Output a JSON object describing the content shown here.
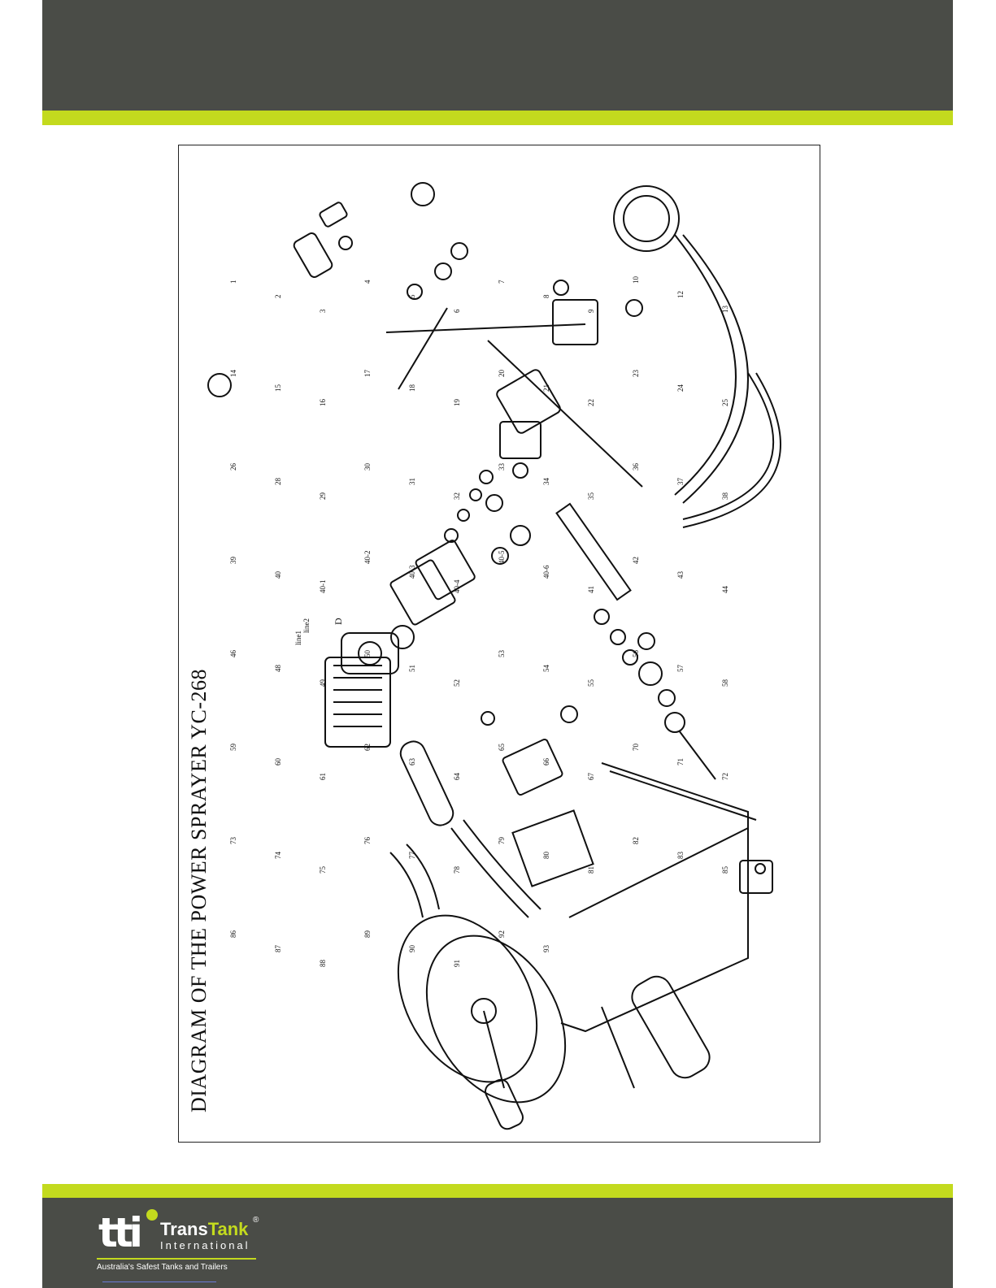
{
  "diagram": {
    "title": "DIAGRAM OF THE POWER SPRAYER   YC-268",
    "engine_labels": [
      "D",
      "line1",
      "line2"
    ],
    "part_numbers": [
      "1",
      "2",
      "3",
      "4",
      "5",
      "6",
      "7",
      "8",
      "9",
      "10",
      "12",
      "13",
      "14",
      "15",
      "16",
      "17",
      "18",
      "19",
      "20",
      "21",
      "22",
      "23",
      "24",
      "25",
      "26",
      "28",
      "29",
      "30",
      "31",
      "32",
      "33",
      "34",
      "35",
      "36",
      "37",
      "38",
      "39",
      "40",
      "40-1",
      "40-2",
      "40-3",
      "40-4",
      "40-5",
      "40-6",
      "41",
      "42",
      "43",
      "44",
      "46",
      "48",
      "49",
      "50",
      "51",
      "52",
      "53",
      "54",
      "55",
      "56",
      "57",
      "58",
      "59",
      "60",
      "61",
      "62",
      "63",
      "64",
      "65",
      "66",
      "67",
      "70",
      "71",
      "72",
      "73",
      "74",
      "75",
      "76",
      "77",
      "78",
      "79",
      "80",
      "81",
      "82",
      "83",
      "85",
      "86",
      "87",
      "88",
      "89",
      "90",
      "91",
      "92",
      "93"
    ]
  },
  "footer": {
    "logo_mark": "tti",
    "brand_part1": "Trans",
    "brand_part2": "Tank",
    "registered": "®",
    "brand_sub": "International",
    "tagline": "Australia's Safest Tanks and Trailers"
  }
}
